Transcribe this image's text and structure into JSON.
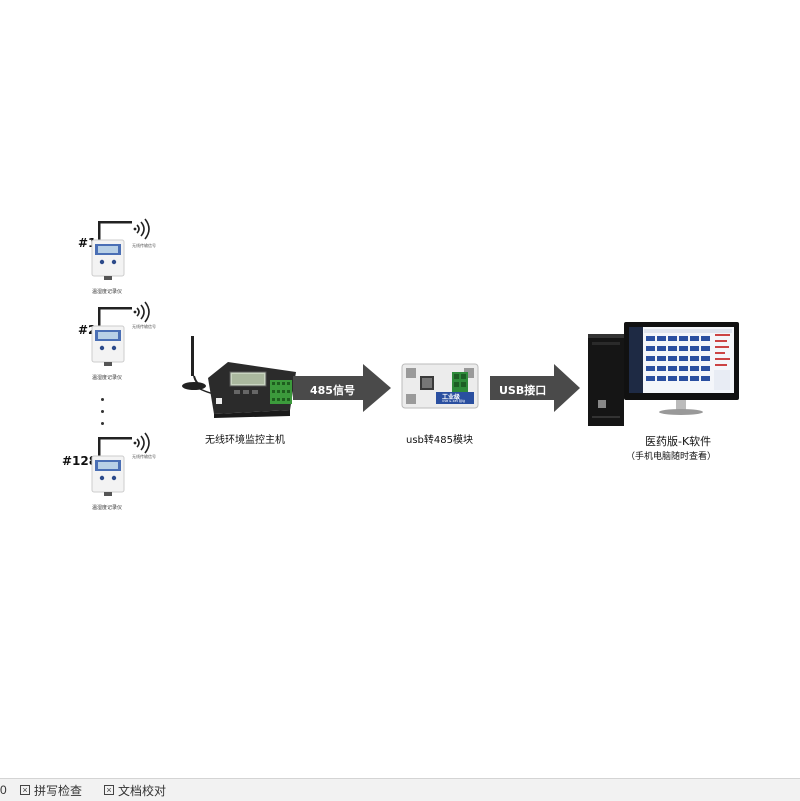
{
  "sensors": [
    {
      "number": "#1",
      "caption": "温湿度记录仪",
      "signal_text": "无线传输信号"
    },
    {
      "number": "#2",
      "caption": "温湿度记录仪",
      "signal_text": "无线传输信号"
    },
    {
      "number": "#128",
      "caption": "温湿度记录仪",
      "signal_text": "无线传输信号"
    }
  ],
  "host": {
    "label": "无线环境监控主机"
  },
  "arrow1": {
    "text": "485信号"
  },
  "module": {
    "label": "usb转485模块",
    "brand": "工业级",
    "subtitle": "USB & 485 模块"
  },
  "arrow2": {
    "text": "USB接口"
  },
  "software": {
    "title": "医药版-K软件",
    "subtitle": "（手机电脑随时查看）"
  },
  "statusbar": {
    "zero": "0",
    "spellcheck": "拼写检查",
    "proofread": "文档校对"
  },
  "colors": {
    "arrow": "#4a4a4a",
    "screen_blue": "#2a4fa0",
    "device_white": "#f4f4f4"
  }
}
